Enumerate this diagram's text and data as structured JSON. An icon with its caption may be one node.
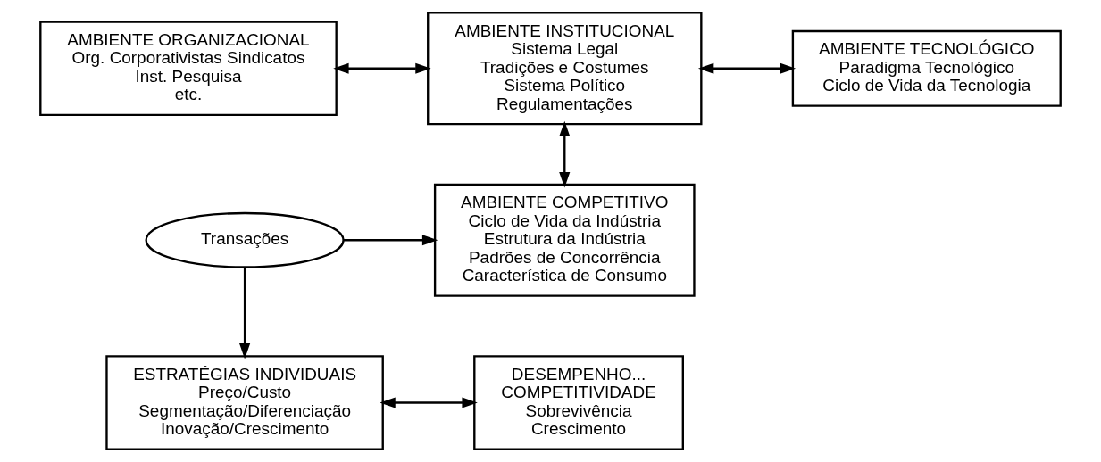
{
  "diagram": {
    "nodes": [
      {
        "text": [
          "AMBIENTE ORGANIZACIONAL",
          "Org. Corporativistas Sindicatos",
          "Inst. Pesquisa",
          "etc."
        ]
      },
      {
        "text": [
          "AMBIENTE INSTITUCIONAL",
          "Sistema Legal",
          "Tradições e Costumes",
          "Sistema Político",
          "Regulamentações"
        ]
      },
      {
        "text": [
          "AMBIENTE TECNOLÓGICO",
          "Paradigma Tecnológico",
          "Ciclo de Vida da Tecnologia"
        ]
      },
      {
        "text": [
          "AMBIENTE COMPETITIVO",
          "Ciclo de Vida da Indústria",
          "Estrutura da Indústria",
          "Padrões de Concorrência",
          "Característica de Consumo"
        ]
      },
      {
        "text": [
          "Transações"
        ]
      },
      {
        "text": [
          "ESTRATÉGIAS INDIVIDUAIS",
          "Preço/Custo",
          "Segmentação/Diferenciação",
          "Inovação/Crescimento"
        ]
      },
      {
        "text": [
          "DESEMPENHO...",
          "COMPETITIVIDADE",
          "Sobrevivência",
          "Crescimento"
        ]
      }
    ],
    "edges": [
      {
        "from": 0,
        "to": 1,
        "arrow": "both"
      },
      {
        "from": 1,
        "to": 2,
        "arrow": "both"
      },
      {
        "from": 1,
        "to": 3,
        "arrow": "both"
      },
      {
        "from": 4,
        "to": 3,
        "arrow": "to"
      },
      {
        "from": 4,
        "to": 5,
        "arrow": "to"
      },
      {
        "from": 5,
        "to": 6,
        "arrow": "both"
      }
    ]
  }
}
